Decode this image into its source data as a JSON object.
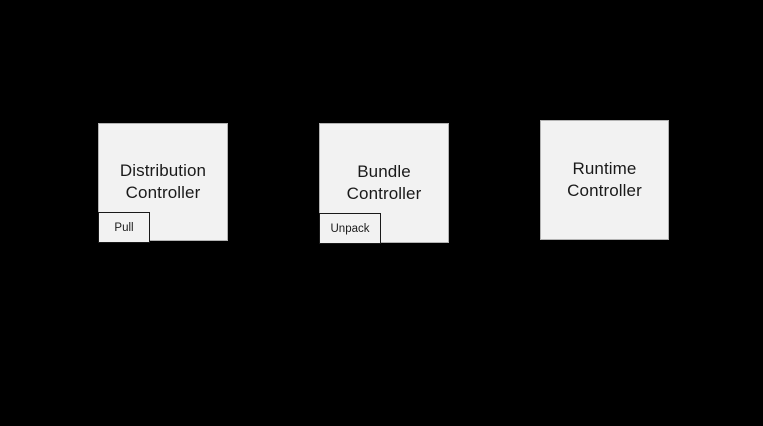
{
  "diagram": {
    "background_color": "#000000",
    "node_fill_color": "#f2f2f2",
    "node_border_color": "#b3b3b3",
    "text_color": "#1a1a1a",
    "nodes": [
      {
        "id": "distribution-controller",
        "label": "Distribution\nController",
        "sub": {
          "id": "pull",
          "label": "Pull"
        }
      },
      {
        "id": "bundle-controller",
        "label": "Bundle\nController",
        "sub": {
          "id": "unpack",
          "label": "Unpack"
        }
      },
      {
        "id": "runtime-controller",
        "label": "Runtime\nController",
        "sub": null
      }
    ]
  }
}
